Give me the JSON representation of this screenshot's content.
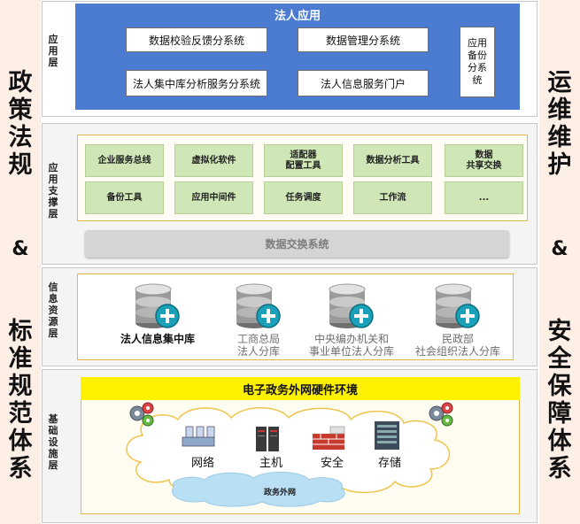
{
  "left_pillar": {
    "line1": "政策法规",
    "amp": "&",
    "line2": "标准规范体系"
  },
  "right_pillar": {
    "line1": "运维维护",
    "amp": "&",
    "line2": "安全保障体系"
  },
  "app_layer": {
    "label": "应用层",
    "title": "法人应用",
    "systems": [
      "数据校验反馈分系统",
      "数据管理分系统",
      "法人集中库分析服务分系统",
      "法人信息服务门户"
    ],
    "backup": "应用备份分系统"
  },
  "support_layer": {
    "label": "应用支撑层",
    "row1": [
      "企业服务总线",
      "虚拟化软件",
      "适配器\n配置工具",
      "数据分析工具",
      "数据\n共享交换"
    ],
    "row2": [
      "备份工具",
      "应用中间件",
      "任务调度",
      "工作流",
      "..."
    ],
    "exchange": "数据交换系统"
  },
  "resource_layer": {
    "label": "信息资源层",
    "databases": [
      {
        "label": "法人信息集中库",
        "color": "#111111"
      },
      {
        "label": "工商总局\n法人分库",
        "color": "#6e6e6e"
      },
      {
        "label": "中央编办机关和\n事业单位法人分库",
        "color": "#6e6e6e"
      },
      {
        "label": "民政部\n社会组织法人分库",
        "color": "#6e6e6e"
      }
    ]
  },
  "infra_layer": {
    "label": "基础设施层",
    "title": "电子政务外网硬件环境",
    "items": [
      "网络",
      "主机",
      "安全",
      "存储"
    ],
    "network": "政务外网"
  },
  "colors": {
    "app_blue": "#4c7cd1",
    "support_green": "#cfe6b6",
    "frame_orange": "#e8b74a",
    "title_yellow": "#fff200",
    "db_teal": "#1aa0b8"
  }
}
